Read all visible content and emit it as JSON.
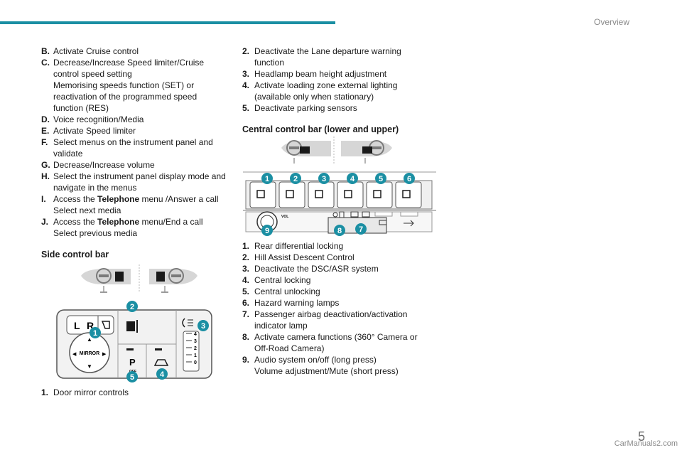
{
  "header": {
    "title": "Overview"
  },
  "left_list": [
    {
      "key": "B.",
      "lines": [
        "Activate Cruise control"
      ]
    },
    {
      "key": "C.",
      "lines": [
        "Decrease/Increase Speed limiter/Cruise",
        "control speed setting",
        "Memorising speeds function (SET) or",
        "reactivation of the programmed speed",
        "function (RES)"
      ]
    },
    {
      "key": "D.",
      "lines": [
        "Voice recognition/Media"
      ]
    },
    {
      "key": "E.",
      "lines": [
        "Activate Speed limiter"
      ]
    },
    {
      "key": "F.",
      "lines": [
        "Select menus on the instrument panel and",
        "validate"
      ]
    },
    {
      "key": "G.",
      "lines": [
        "Decrease/Increase volume"
      ]
    },
    {
      "key": "H.",
      "lines": [
        "Select the instrument panel display mode and",
        "navigate in the menus"
      ]
    },
    {
      "key": "I.",
      "lines": [
        "Access the Telephone menu /Answer a call",
        "Select next media"
      ]
    },
    {
      "key": "J.",
      "lines": [
        "Access the Telephone menu/End a call",
        "Select previous media"
      ]
    }
  ],
  "side_control": {
    "title": "Side control bar",
    "items": [
      {
        "key": "1.",
        "text": "Door mirror controls"
      }
    ],
    "figure_labels": {
      "l": "L",
      "r": "R",
      "mirror": "MIRROR",
      "p": "P",
      "off": "OFF",
      "scale": [
        "0",
        "1",
        "2",
        "3",
        "4"
      ]
    },
    "callouts": [
      "1",
      "2",
      "3",
      "4",
      "5"
    ]
  },
  "right_list": [
    {
      "key": "2.",
      "lines": [
        "Deactivate the Lane departure warning",
        "function"
      ]
    },
    {
      "key": "3.",
      "lines": [
        "Headlamp beam height adjustment"
      ]
    },
    {
      "key": "4.",
      "lines": [
        "Activate loading zone external lighting",
        "(available only when stationary)"
      ]
    },
    {
      "key": "5.",
      "lines": [
        "Deactivate parking sensors"
      ]
    }
  ],
  "central_control": {
    "title": "Central control bar (lower and upper)",
    "figure_labels": {
      "vol": "VOL"
    },
    "callouts": [
      "1",
      "2",
      "3",
      "4",
      "5",
      "6",
      "7",
      "8",
      "9"
    ],
    "items": [
      {
        "key": "1.",
        "lines": [
          "Rear differential locking"
        ]
      },
      {
        "key": "2.",
        "lines": [
          "Hill Assist Descent Control"
        ]
      },
      {
        "key": "3.",
        "lines": [
          "Deactivate the DSC/ASR system"
        ]
      },
      {
        "key": "4.",
        "lines": [
          "Central locking"
        ]
      },
      {
        "key": "5.",
        "lines": [
          "Central unlocking"
        ]
      },
      {
        "key": "6.",
        "lines": [
          "Hazard warning lamps"
        ]
      },
      {
        "key": "7.",
        "lines": [
          "Passenger airbag deactivation/activation",
          "indicator lamp"
        ]
      },
      {
        "key": "8.",
        "lines": [
          "Activate camera functions (360° Camera or",
          "Off-Road Camera)"
        ]
      },
      {
        "key": "9.",
        "lines": [
          "Audio system on/off (long press)",
          "Volume adjustment/Mute (short press)"
        ]
      }
    ]
  },
  "footer": {
    "page_number": "5",
    "watermark": "CarManuals2.com"
  },
  "colors": {
    "accent": "#1b8fa3",
    "callout": "#1b8fa3"
  }
}
